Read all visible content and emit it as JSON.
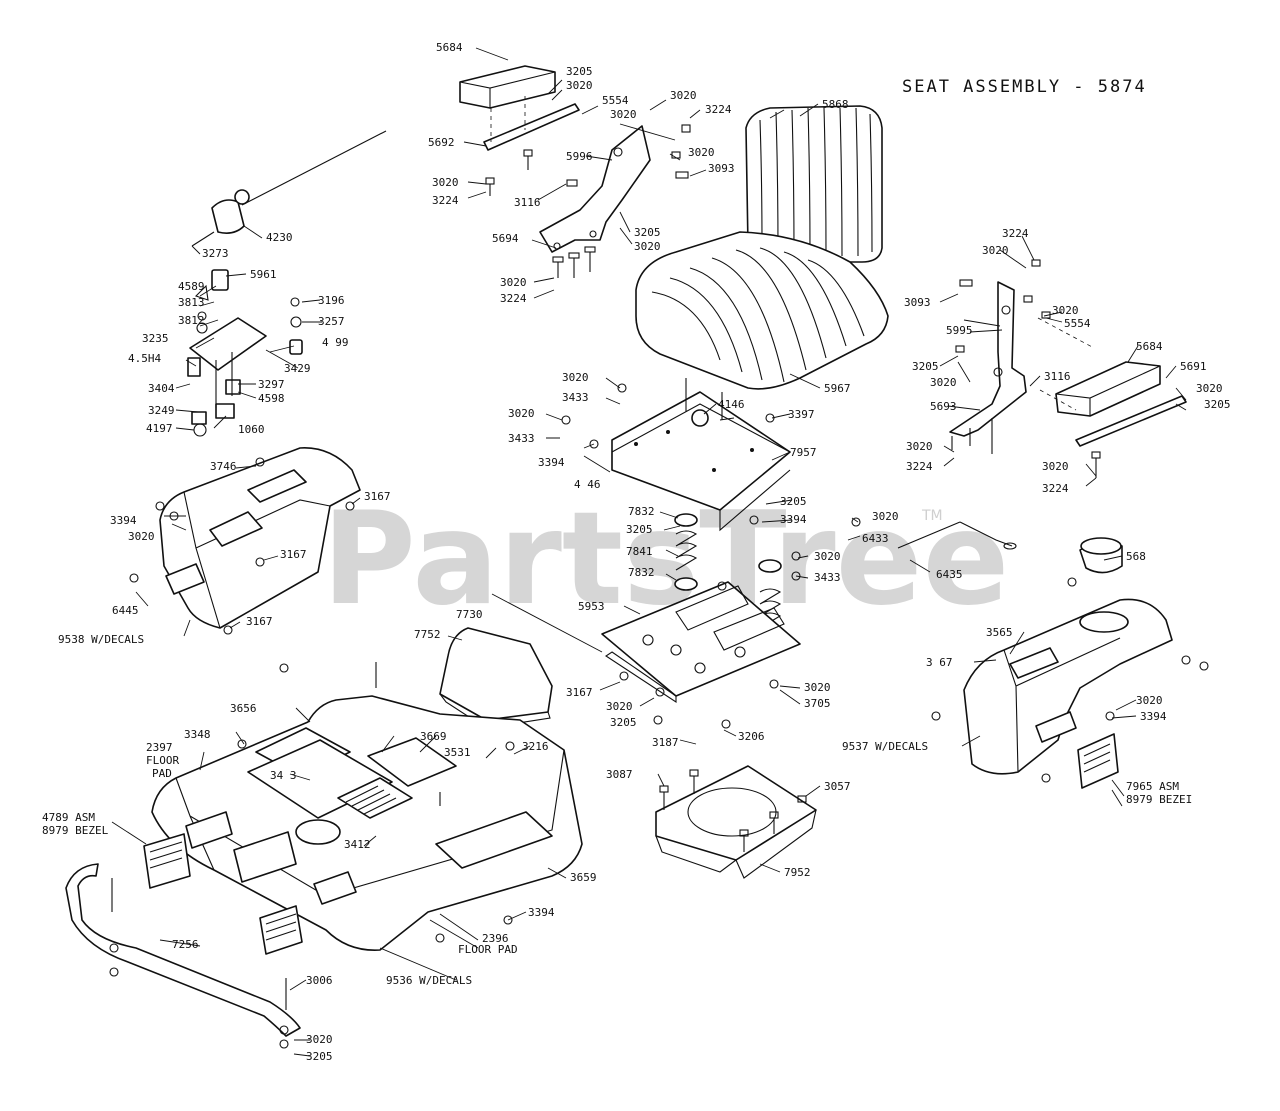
{
  "title": "SEAT ASSEMBLY - 5874",
  "watermark": "PartsTree",
  "trademark": "TM",
  "labels": [
    "5684",
    "3205",
    "3020",
    "5554",
    "3020",
    "3224",
    "3020",
    "5692",
    "5996",
    "3020",
    "3093",
    "3020",
    "3224",
    "3116",
    "3205",
    "5694",
    "3020",
    "3020",
    "3224",
    "5868",
    "4230",
    "3273",
    "5961",
    "4589",
    "3196",
    "3813",
    "3257",
    "3812",
    "3235",
    "4 99",
    "4.5H4",
    "3429",
    "3404",
    "3297",
    "4598",
    "3249",
    "4197",
    "1060",
    "3224",
    "3020",
    "3093",
    "3020",
    "5554",
    "5995",
    "5684",
    "5691",
    "3020",
    "3205",
    "3205",
    "3020",
    "3116",
    "5693",
    "3020",
    "3224",
    "3020",
    "3224",
    "5967",
    "3020",
    "3433",
    "4146",
    "3397",
    "3020",
    "3433",
    "7957",
    "3394",
    "4 46",
    "3746",
    "3167",
    "3394",
    "3020",
    "3167",
    "3394",
    "3205",
    "3020",
    "6433",
    "7832",
    "3205",
    "7841",
    "3020",
    "3433",
    "6435",
    "7832",
    "6445",
    "3167",
    "7730",
    "5953",
    "9538 W/DECALS",
    "568",
    "7752",
    "3565",
    "3 67",
    "3167",
    "3020",
    "3020",
    "3205",
    "3705",
    "3020",
    "3394",
    "3656",
    "3348",
    "3669",
    "3531",
    "3216",
    "2397",
    "FLOOR",
    "PAD",
    "3187",
    "3206",
    "9537 W/DECALS",
    "34 3",
    "3412",
    "3087",
    "3057",
    "4789 ASM",
    "8979 BEZEL",
    "7965 ASM",
    "8979 BEZEI",
    "3659",
    "7952",
    "7256",
    "3394",
    "2396",
    "FLOOR PAD",
    "3006",
    "9536 W/DECALS",
    "3020",
    "3205"
  ]
}
